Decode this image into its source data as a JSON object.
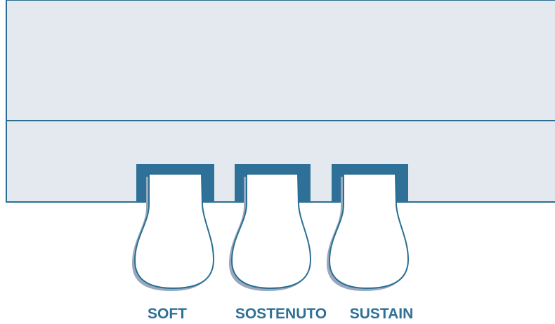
{
  "diagram": {
    "colors": {
      "outline": "#2a6f93",
      "housing": "#2e7097",
      "body_fill": "#e4e9ef",
      "pedal_fill": "#ffffff",
      "pedal_shadow": "#9aa8bd",
      "label": "#2e7097"
    },
    "pedals": [
      {
        "name": "soft",
        "label": "SOFT"
      },
      {
        "name": "sostenuto",
        "label": "SOSTENUTO"
      },
      {
        "name": "sustain",
        "label": "SUSTAIN"
      }
    ]
  }
}
